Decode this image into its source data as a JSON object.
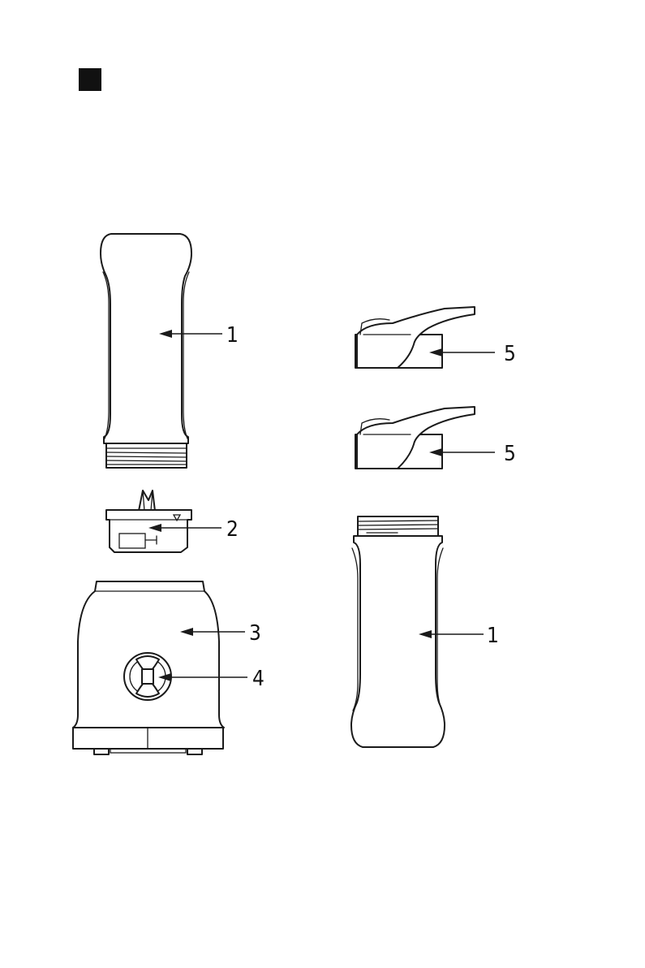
{
  "header": {
    "marker_color": "#111111"
  },
  "parts": [
    {
      "id": "bottle-top",
      "number": "1"
    },
    {
      "id": "blade-assembly",
      "number": "2"
    },
    {
      "id": "motor-base",
      "number": "3"
    },
    {
      "id": "drive-coupling",
      "number": "4"
    },
    {
      "id": "lid-upper",
      "number": "5"
    },
    {
      "id": "lid-lower",
      "number": "5"
    },
    {
      "id": "bottle-bottom",
      "number": "1"
    }
  ]
}
